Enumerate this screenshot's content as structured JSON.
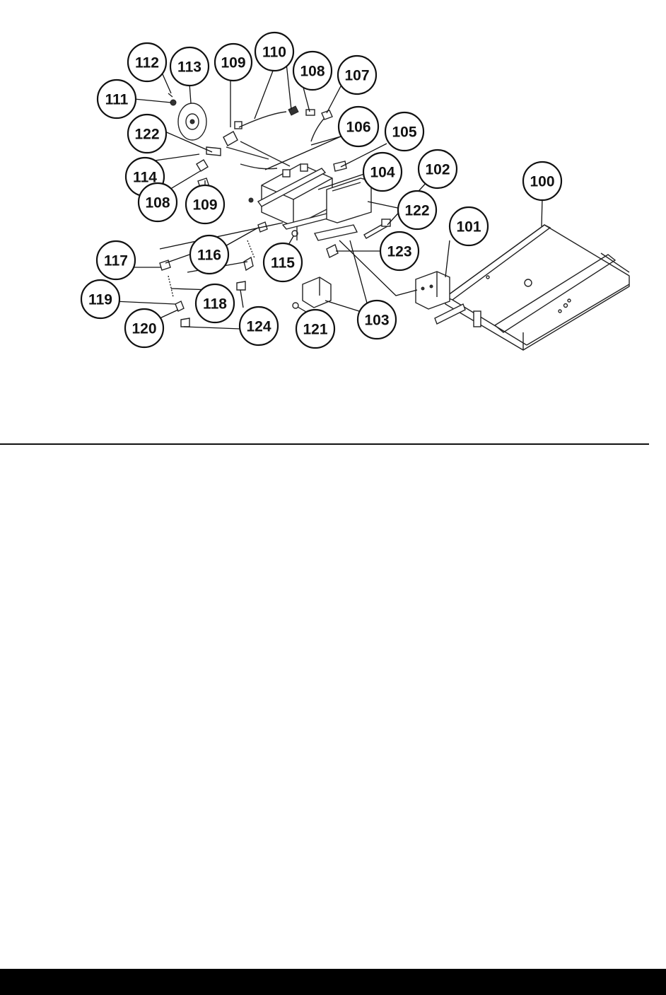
{
  "diagram": {
    "callouts": [
      {
        "id": "c112",
        "label": "112"
      },
      {
        "id": "c113",
        "label": "113"
      },
      {
        "id": "c109a",
        "label": "109"
      },
      {
        "id": "c110",
        "label": "110"
      },
      {
        "id": "c108a",
        "label": "108"
      },
      {
        "id": "c107",
        "label": "107"
      },
      {
        "id": "c111",
        "label": "111"
      },
      {
        "id": "c106",
        "label": "106"
      },
      {
        "id": "c105",
        "label": "105"
      },
      {
        "id": "c122a",
        "label": "122"
      },
      {
        "id": "c104",
        "label": "104"
      },
      {
        "id": "c102",
        "label": "102"
      },
      {
        "id": "c100",
        "label": "100"
      },
      {
        "id": "c114",
        "label": "114"
      },
      {
        "id": "c122b",
        "label": "122"
      },
      {
        "id": "c108b",
        "label": "108"
      },
      {
        "id": "c109b",
        "label": "109"
      },
      {
        "id": "c101",
        "label": "101"
      },
      {
        "id": "c117",
        "label": "117"
      },
      {
        "id": "c116",
        "label": "116"
      },
      {
        "id": "c115",
        "label": "115"
      },
      {
        "id": "c123",
        "label": "123"
      },
      {
        "id": "c119",
        "label": "119"
      },
      {
        "id": "c118",
        "label": "118"
      },
      {
        "id": "c120",
        "label": "120"
      },
      {
        "id": "c124",
        "label": "124"
      },
      {
        "id": "c121",
        "label": "121"
      },
      {
        "id": "c103",
        "label": "103"
      }
    ]
  }
}
